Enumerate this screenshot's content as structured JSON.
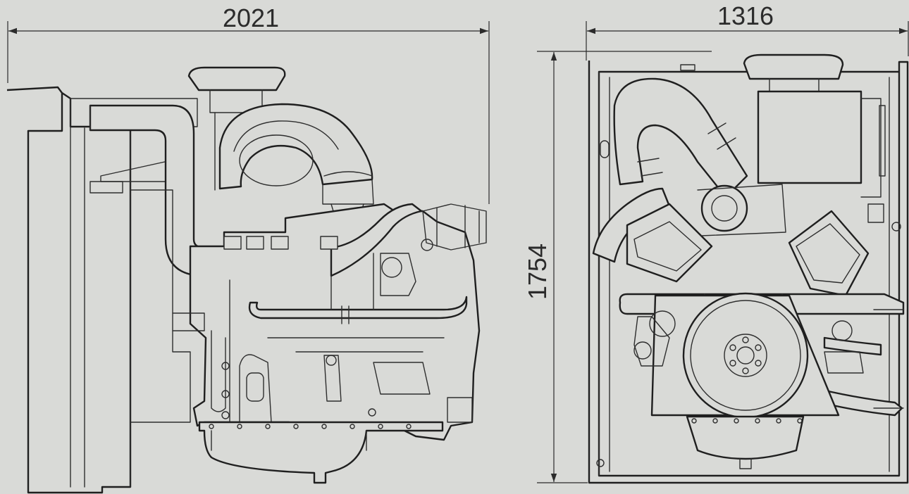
{
  "dimensions": {
    "length": "2021",
    "width": "1316",
    "height": "1754"
  },
  "colors": {
    "background": "#d9dad7",
    "line": "#2e2e2e"
  }
}
